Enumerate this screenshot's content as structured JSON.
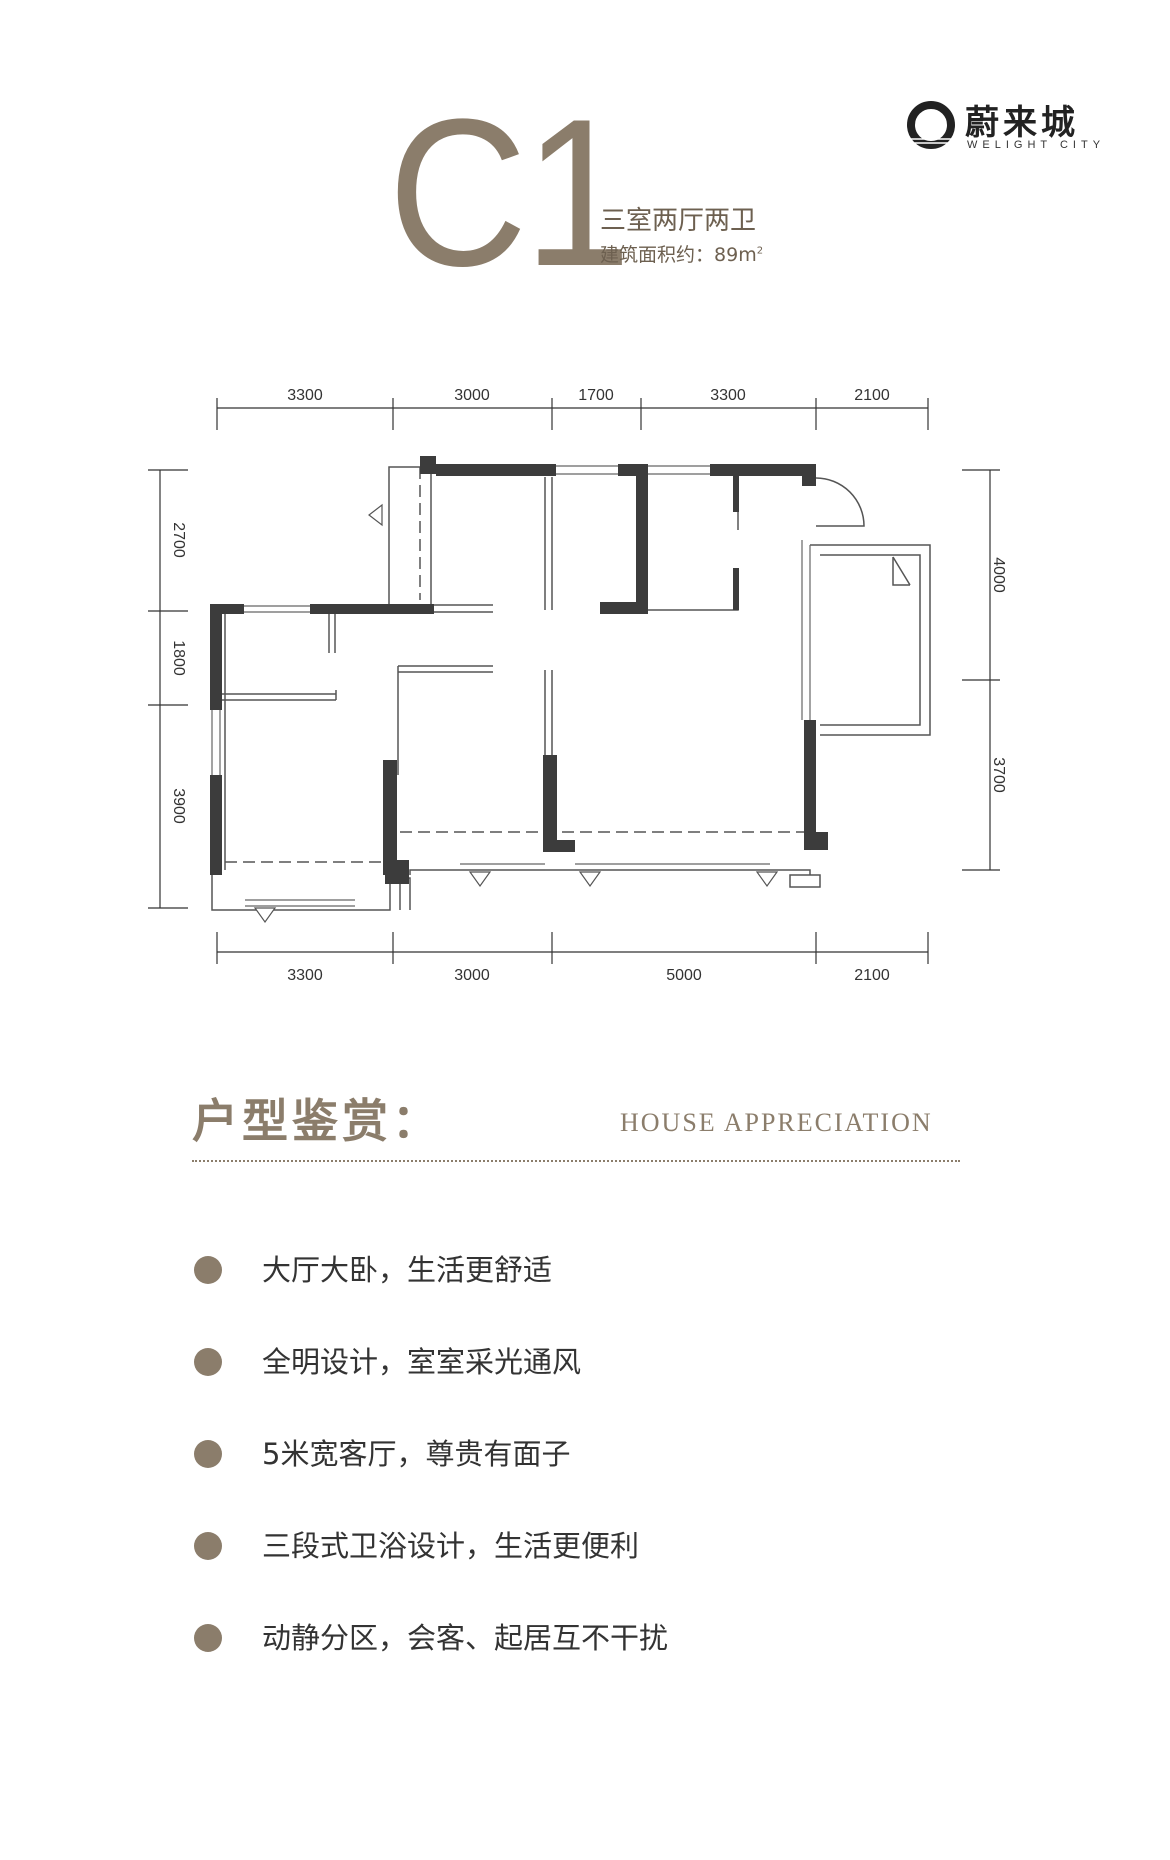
{
  "brand": {
    "name_cn": "蔚来城",
    "name_en": "WELIGHT CITY"
  },
  "unit": {
    "code": "C1",
    "layout": "三室两厅两卫",
    "area_label": "建筑面积约：",
    "area_value": "89m",
    "area_unit_sup": "2"
  },
  "plan": {
    "top_dims": [
      "3300",
      "3000",
      "1700",
      "3300",
      "2100"
    ],
    "bottom_dims": [
      "3300",
      "3000",
      "5000",
      "2100"
    ],
    "left_dims": [
      "2700",
      "1800",
      "3900"
    ],
    "right_dims": [
      "4000",
      "3700"
    ]
  },
  "section": {
    "title_cn": "户型鉴赏：",
    "title_en": "HOUSE APPRECIATION"
  },
  "features": [
    "大厅大卧，生活更舒适",
    "全明设计，室室采光通风",
    "5米宽客厅，尊贵有面子",
    "三段式卫浴设计，生活更便利",
    "动静分区，会客、起居互不干扰"
  ],
  "colors": {
    "accent": "#8b7d6b",
    "wall": "#3c3c3c",
    "text": "#333333"
  }
}
